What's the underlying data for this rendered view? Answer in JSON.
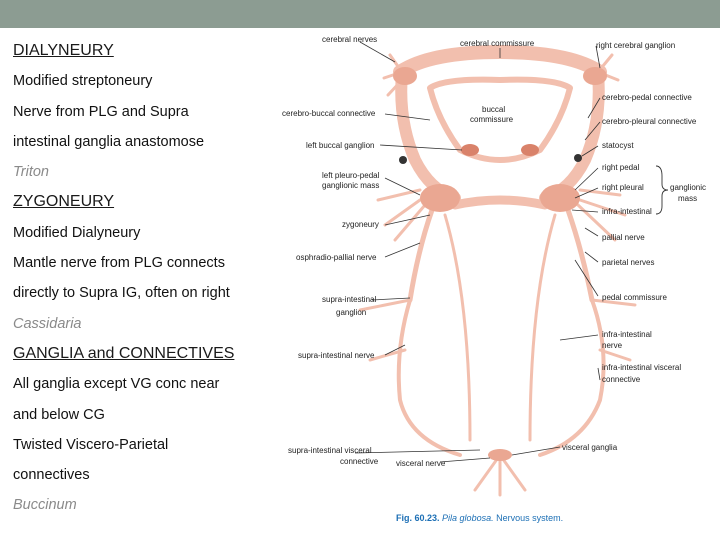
{
  "slide": {
    "lines": [
      {
        "text": "DIALYNEURY",
        "style": "heading"
      },
      {
        "text": "Modified streptoneury",
        "style": "body"
      },
      {
        "text": "Nerve from PLG and Supra",
        "style": "body"
      },
      {
        "text": "intestinal ganglia anastomose",
        "style": "body"
      },
      {
        "text": "Triton",
        "style": "italic"
      },
      {
        "text": "ZYGONEURY",
        "style": "heading"
      },
      {
        "text": "Modified Dialyneury",
        "style": "body"
      },
      {
        "text": "Mantle nerve from PLG connects",
        "style": "body"
      },
      {
        "text": "directly to Supra IG, often on right",
        "style": "body"
      },
      {
        "text": "Cassidaria",
        "style": "italic"
      },
      {
        "text": "GANGLIA and CONNECTIVES",
        "style": "heading"
      },
      {
        "text": "All ganglia except VG conc near",
        "style": "body"
      },
      {
        "text": "and below CG",
        "style": "body"
      },
      {
        "text": "Twisted Viscero-Parietal",
        "style": "body"
      },
      {
        "text": "connectives",
        "style": "body"
      },
      {
        "text": "Buccinum",
        "style": "italic"
      }
    ]
  },
  "figure": {
    "labels": {
      "cerebral_nerves": "cerebral nerves",
      "cerebral_commissure": "cerebral commissure",
      "right_cerebral_ganglion": "right cerebral ganglion",
      "cerebro_buccal": "cerebro-buccal connective",
      "buccal_commissure_1": "buccal",
      "buccal_commissure_2": "commissure",
      "cerebro_pedal": "cerebro-pedal connective",
      "cerebro_pleural": "cerebro-pleural connective",
      "left_buccal": "left buccal ganglion",
      "statocyst": "statocyst",
      "left_pleuro_pedal_1": "left pleuro-pedal",
      "left_pleuro_pedal_2": "ganglionic mass",
      "right_pedal": "right pedal",
      "right_pleural": "right pleural",
      "ganglionic_mass_1": "ganglionic",
      "ganglionic_mass_2": "mass",
      "infra_intestinal_upper": "infra-intestinal",
      "zygoneury": "zygoneury",
      "pallial_nerve": "pallial nerve",
      "osphradio_pallial": "osphradio-pallial nerve",
      "parietal_nerves": "parietal nerves",
      "supra_intestinal_ganglion_1": "supra-intestinal",
      "supra_intestinal_ganglion_2": "ganglion",
      "pedal_commissure": "pedal commissure",
      "infra_intestinal_nerve_1": "infra-intestinal",
      "infra_intestinal_nerve_2": "nerve",
      "supra_intestinal_nerve": "supra-intestinal nerve",
      "infra_visceral_1": "infra-intestinal visceral",
      "infra_visceral_2": "connective",
      "visceral_ganglia": "visceral ganglia",
      "supra_visceral_1": "supra-intestinal visceral",
      "supra_visceral_2": "connective",
      "visceral_nerve": "visceral nerve"
    },
    "caption_prefix": "Fig. 60.23.",
    "caption_species": "Pila globosa.",
    "caption_rest": "Nervous system.",
    "nerve_color": "#f2bfae",
    "ganglion_color": "#eaa792"
  }
}
